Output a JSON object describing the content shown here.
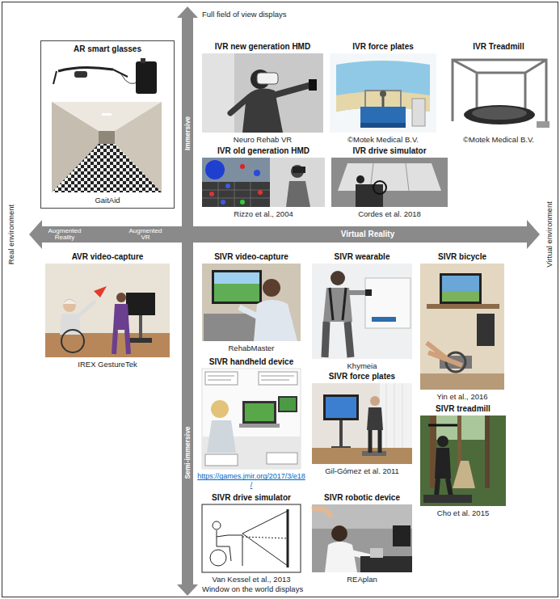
{
  "diagram": {
    "nodes": [
      {
        "text": [
          "AR smart glasses",
          "GaitAid"
        ]
      },
      {
        "text": [
          "IVR new generation HMD",
          "Neuro Rehab VR"
        ]
      },
      {
        "text": [
          "IVR force plates",
          "©Motek Medical B.V."
        ]
      },
      {
        "text": [
          "IVR Treadmill",
          "©Motek Medical B.V."
        ]
      },
      {
        "text": [
          "IVR old generation HMD",
          "Rizzo et al., 2004"
        ]
      },
      {
        "text": [
          "IVR drive simulator",
          "Cordes et al. 2018"
        ]
      },
      {
        "text": [
          "AVR video-capture",
          "IREX GestureTek"
        ]
      },
      {
        "text": [
          "SIVR video-capture",
          "RehabMaster"
        ]
      },
      {
        "text": [
          "SIVR wearable",
          "Khymeia"
        ]
      },
      {
        "text": [
          "SIVR bicycle",
          "Yin et al., 2016"
        ]
      },
      {
        "text": [
          "SIVR handheld device",
          "https://games.jmir.org/2017/3/e18/"
        ]
      },
      {
        "text": [
          "SIVR force plates",
          "Gil-Gómez et al. 2011"
        ]
      },
      {
        "text": [
          "SIVR treadmill",
          "Cho et al. 2015"
        ]
      },
      {
        "text": [
          "SIVR drive simulator",
          "Van Kessel et al., 2013"
        ]
      },
      {
        "text": [
          "SIVR robotic device",
          "REAplan"
        ]
      }
    ],
    "labels": [
      "Full field of view displays",
      "Immersive",
      "Real environment",
      "Augmented Reality",
      "Augmented VR",
      "Virtual Reality",
      "Virtual environment",
      "Semi-immersive",
      "Window on the world displays"
    ]
  }
}
